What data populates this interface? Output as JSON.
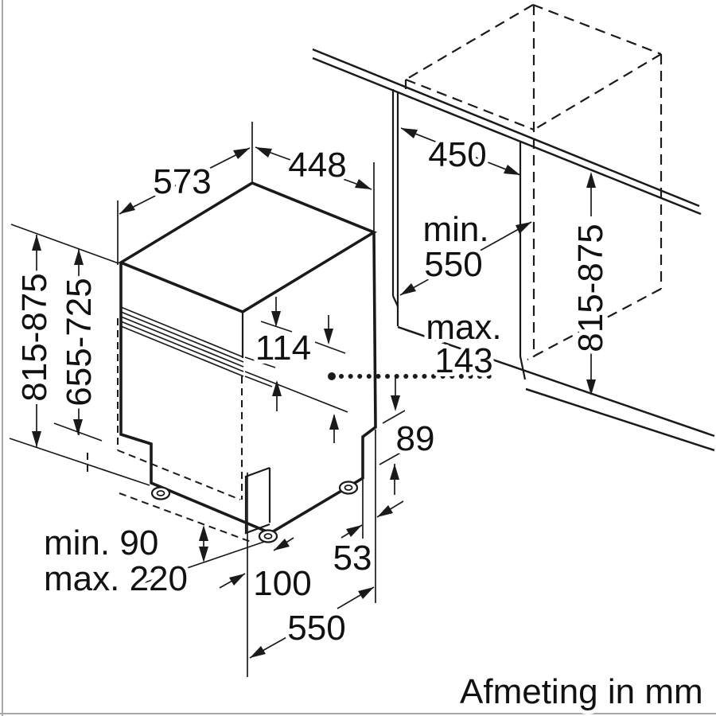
{
  "diagram": {
    "type": "appliance-installation-drawing",
    "subject": "built-in dishwasher niche dimensions",
    "units_note": "Afmeting in mm",
    "colors": {
      "line": "#1a1a1a",
      "background": "#ffffff"
    },
    "labels": {
      "depth_top": "573",
      "width_top": "448",
      "niche_width": "450",
      "niche_depth_prefix": "min.",
      "niche_depth_value": "550",
      "appliance_height": "815-875",
      "door_panel_height": "655-725",
      "control_panel_height": "114",
      "door_overlap_prefix": "max.",
      "door_overlap_value": "143",
      "niche_height": "815-875",
      "base_gap": "89",
      "plinth_min": "min. 90",
      "plinth_max": "max. 220",
      "foot_inset": "100",
      "front_edge_gap": "53",
      "depth_bottom": "550",
      "caption": "Afmeting in mm"
    }
  }
}
